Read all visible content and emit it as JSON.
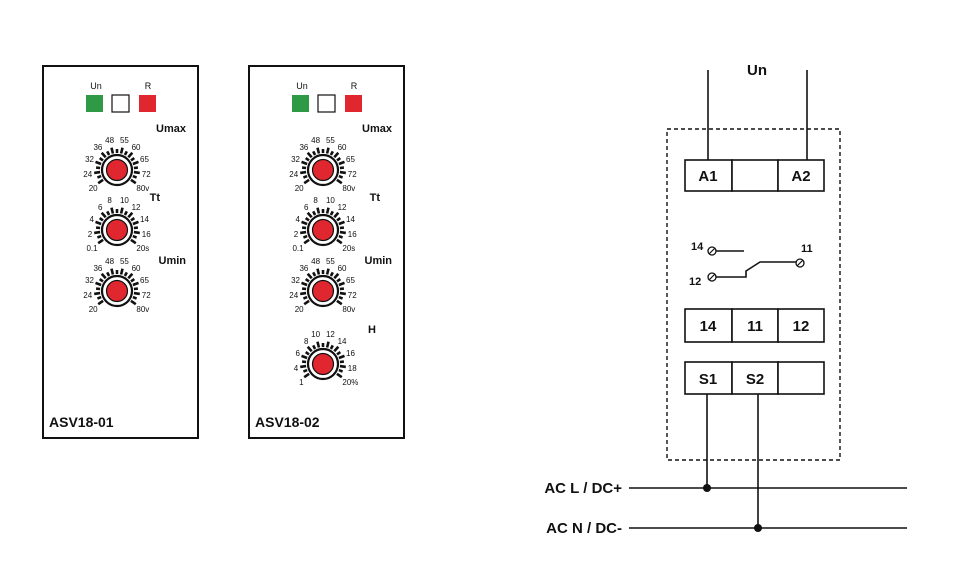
{
  "devices": [
    {
      "model": "ASV18-01",
      "indicators": {
        "un_label": "Un",
        "r_label": "R"
      },
      "knobs": [
        {
          "title": "Umax",
          "scale": [
            "20",
            "24",
            "32",
            "36",
            "48",
            "55",
            "60",
            "65",
            "72",
            "80v"
          ]
        },
        {
          "title": "Tt",
          "scale": [
            "0.1",
            "2",
            "4",
            "6",
            "8",
            "10",
            "12",
            "14",
            "16",
            "20s"
          ]
        },
        {
          "title": "Umin",
          "scale": [
            "20",
            "24",
            "32",
            "36",
            "48",
            "55",
            "60",
            "65",
            "72",
            "80v"
          ]
        }
      ]
    },
    {
      "model": "ASV18-02",
      "indicators": {
        "un_label": "Un",
        "r_label": "R"
      },
      "knobs": [
        {
          "title": "Umax",
          "scale": [
            "20",
            "24",
            "32",
            "36",
            "48",
            "55",
            "60",
            "65",
            "72",
            "80v"
          ]
        },
        {
          "title": "Tt",
          "scale": [
            "0.1",
            "2",
            "4",
            "6",
            "8",
            "10",
            "12",
            "14",
            "16",
            "20s"
          ]
        },
        {
          "title": "Umin",
          "scale": [
            "20",
            "24",
            "32",
            "36",
            "48",
            "55",
            "60",
            "65",
            "72",
            "80v"
          ]
        },
        {
          "title": "H",
          "scale": [
            "1",
            "4",
            "6",
            "8",
            "10",
            "12",
            "14",
            "16",
            "18",
            "20%"
          ]
        }
      ]
    }
  ],
  "wiring": {
    "supply_label": "Un",
    "top_terminals": [
      "A1",
      "",
      "A2"
    ],
    "contact_labels": {
      "c14": "14",
      "c11": "11",
      "c12": "12"
    },
    "contact_terminals": [
      "14",
      "11",
      "12"
    ],
    "sensor_terminals": [
      "S1",
      "S2",
      ""
    ],
    "lines": {
      "live": "AC L / DC+",
      "neutral": "AC N / DC-"
    }
  },
  "colors": {
    "green_led": "#2e9a45",
    "red_led": "#e0262f",
    "knob_red": "#e0262f"
  }
}
